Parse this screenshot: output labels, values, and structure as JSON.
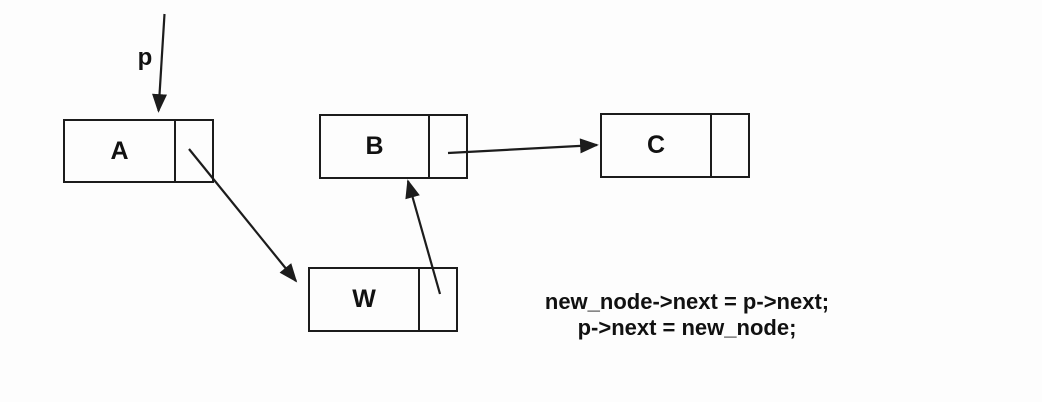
{
  "diagram": {
    "pointer": {
      "label": "p",
      "points_to": "A"
    },
    "nodes": [
      {
        "label": "A"
      },
      {
        "label": "B"
      },
      {
        "label": "C"
      },
      {
        "label": "W"
      }
    ],
    "arrows": [
      {
        "from": "p",
        "to": "A"
      },
      {
        "from": "A.next",
        "to": "W"
      },
      {
        "from": "W.next",
        "to": "B"
      },
      {
        "from": "B.next",
        "to": "C"
      }
    ],
    "code": {
      "line1": "new_node->next = p->next;",
      "line2": "p->next = new_node;"
    },
    "colors": {
      "background": "#fdfdfd",
      "line": "#1c1c1c",
      "text": "#111111"
    }
  }
}
